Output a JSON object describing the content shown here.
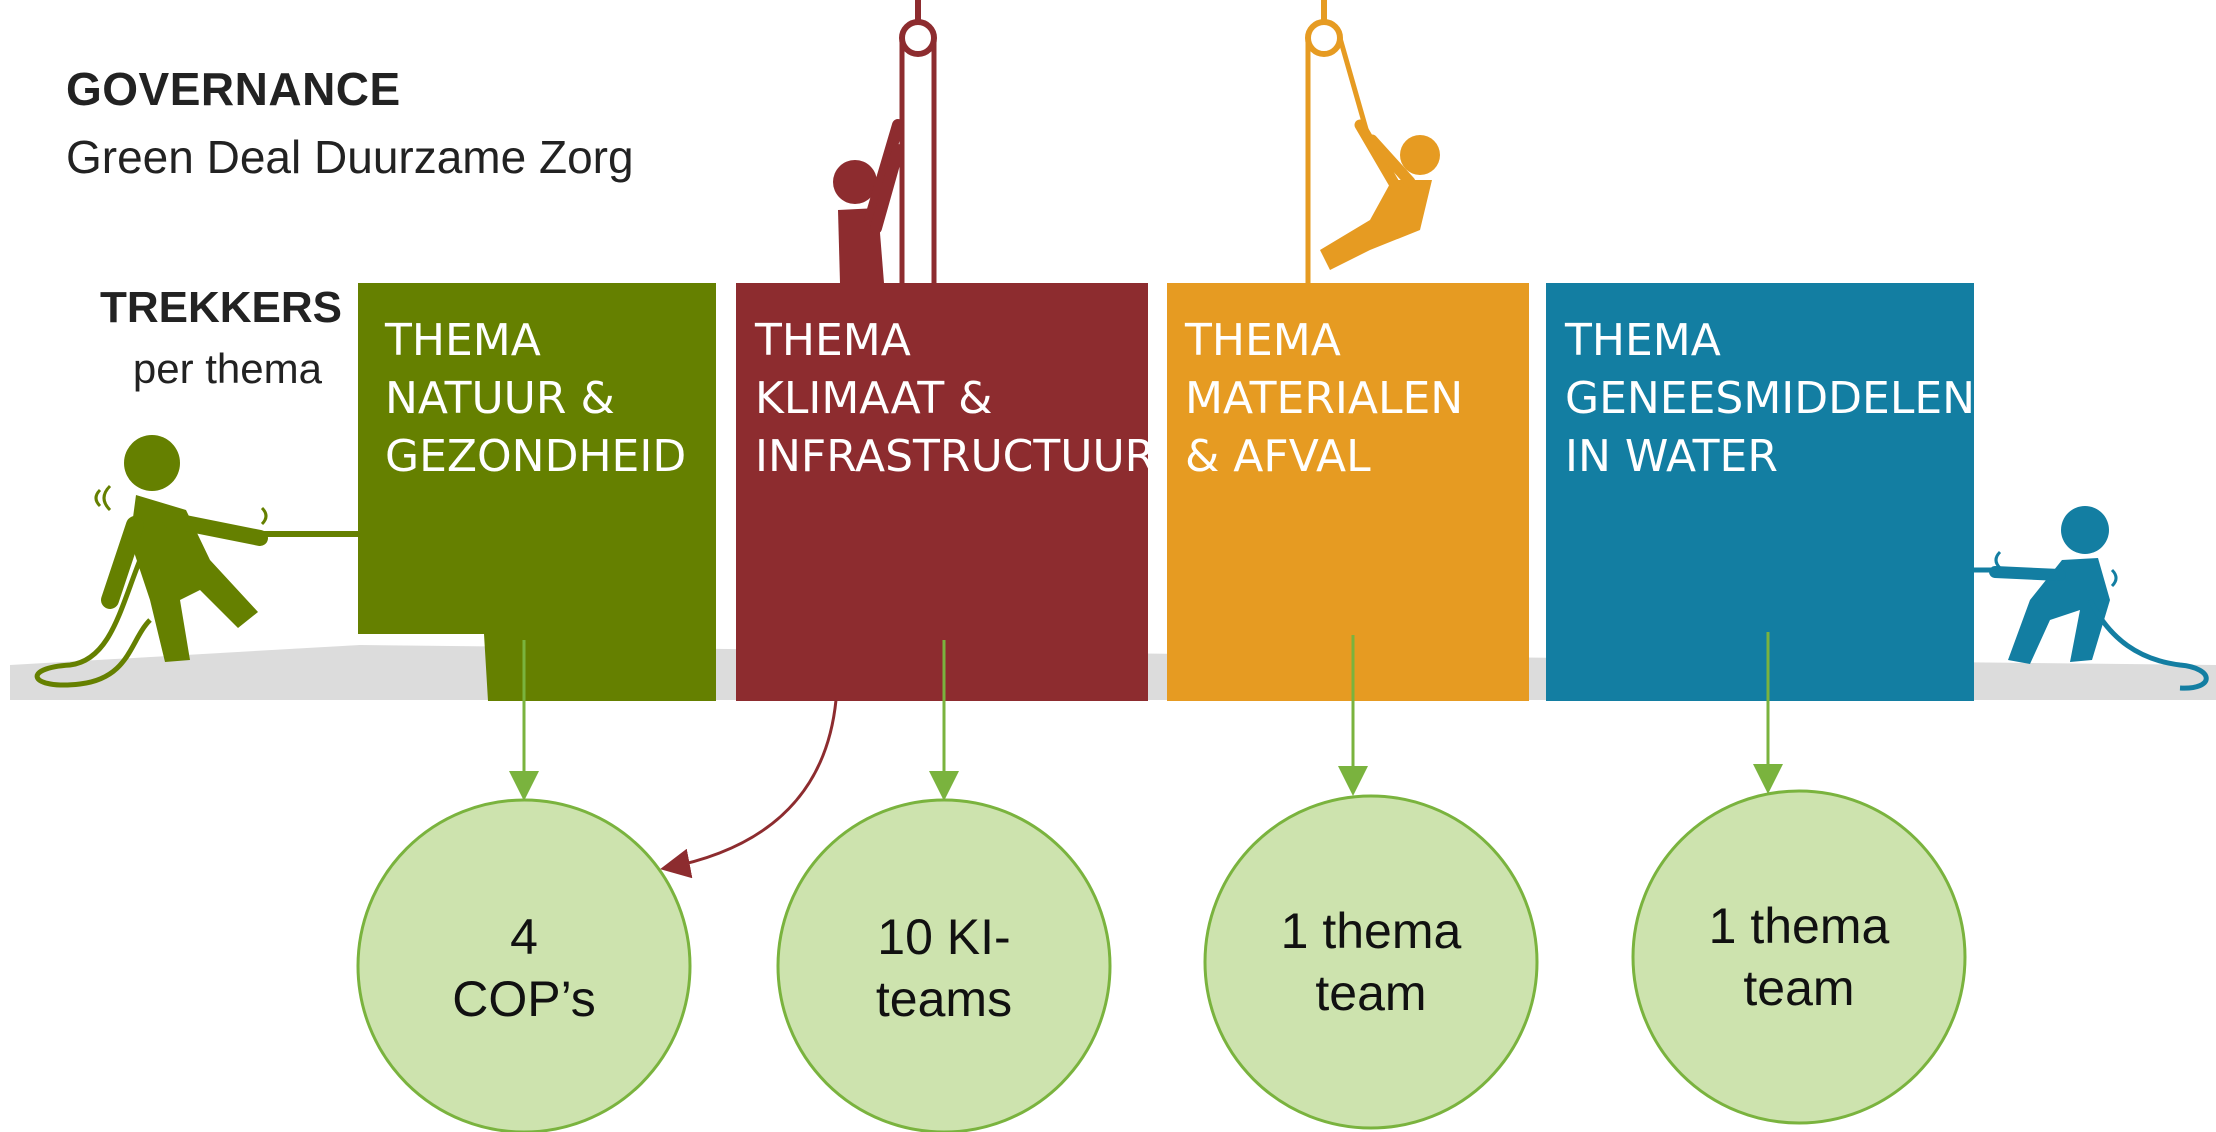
{
  "header": {
    "title": "GOVERNANCE",
    "subtitle": "Green Deal Duurzame Zorg"
  },
  "trekkers": {
    "label": "TREKKERS",
    "sublabel": "per thema"
  },
  "themes": [
    {
      "line1": "THEMA",
      "line2": "NATUUR &",
      "line3": "GEZONDHEID",
      "color": "#658000"
    },
    {
      "line1": "THEMA",
      "line2": "KLIMAAT &",
      "line3": "INFRASTRUCTUUR",
      "color": "#8d2c2f"
    },
    {
      "line1": "THEMA",
      "line2": "MATERIALEN",
      "line3": "& AFVAL",
      "color": "#e69b22"
    },
    {
      "line1": "THEMA",
      "line2": "GENEESMIDDELEN",
      "line3": "IN WATER",
      "color": "#137ea2"
    }
  ],
  "teams": [
    {
      "line1": "4",
      "line2": "COP’s"
    },
    {
      "line1": "10 KI-",
      "line2": "teams"
    },
    {
      "line1": "1 thema",
      "line2": "team"
    },
    {
      "line1": "1 thema",
      "line2": "team"
    }
  ],
  "colors": {
    "circle_fill": "#cde3ae",
    "circle_stroke": "#7ab33e",
    "arrow_green": "#7ab33e",
    "arrow_red": "#8d2c2f",
    "ground": "#dcdcdc"
  }
}
